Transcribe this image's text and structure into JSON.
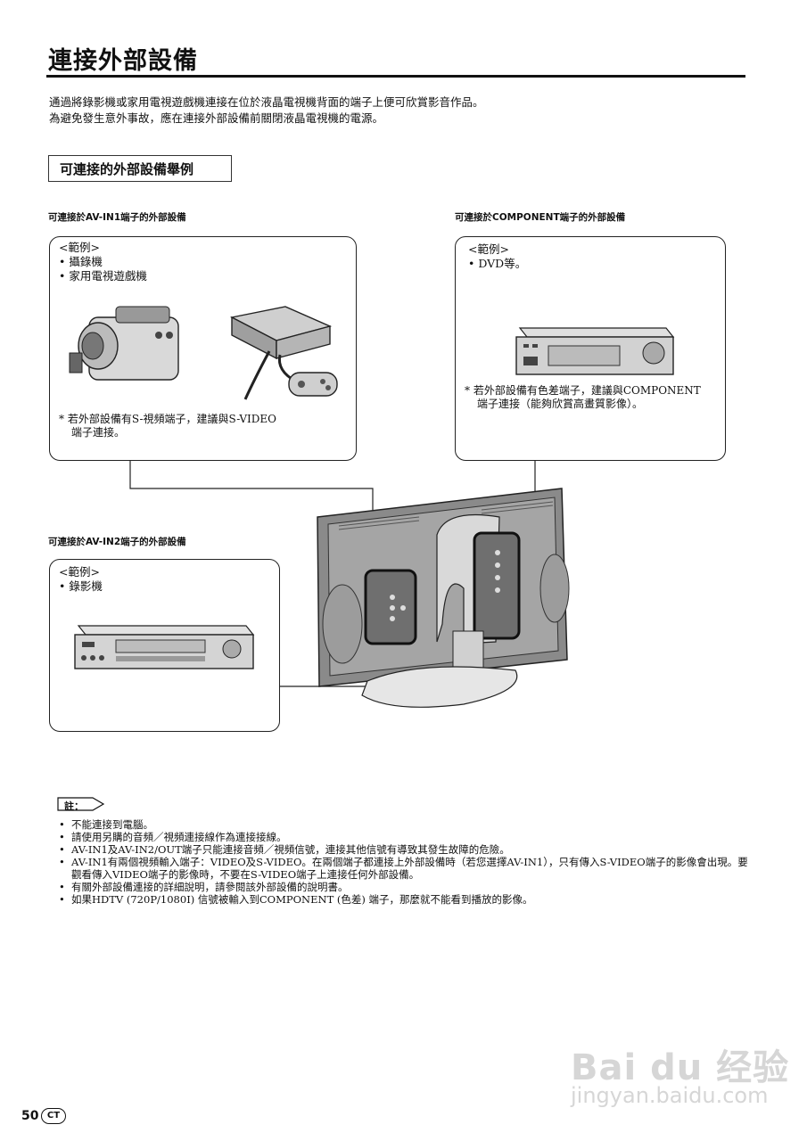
{
  "page": {
    "title": "連接外部設備",
    "intro": [
      "通過將錄影機或家用電視遊戲機連接在位於液晶電視機背面的端子上便可欣賞影音作品。",
      "為避免發生意外事故，應在連接外部設備前關閉液晶電視機的電源。"
    ],
    "subhead": "可連接的外部設備舉例"
  },
  "av_in1": {
    "label": "可連接於AV-IN1端子的外部設備",
    "example_header": "<範例>",
    "items": [
      "•  攝錄機",
      "•  家用電視遊戲機"
    ],
    "footnote": [
      "*  若外部設備有S-視頻端子，建議與S-VIDEO",
      "端子連接。"
    ]
  },
  "component": {
    "label": "可連接於COMPONENT端子的外部設備",
    "example_header": "<範例>",
    "items": [
      "•  DVD等。"
    ],
    "footnote": [
      "*  若外部設備有色差端子，建議與COMPONENT",
      "端子連接（能夠欣賞高畫質影像）。"
    ]
  },
  "av_in2": {
    "label": "可連接於AV-IN2端子的外部設備",
    "example_header": "<範例>",
    "items": [
      "•  錄影機"
    ]
  },
  "notes": {
    "badge": "註：",
    "items": [
      "不能連接到電腦。",
      "請使用另購的音頻／視頻連接線作為連接接線。",
      "AV-IN1及AV-IN2/OUT端子只能連接音頻／視頻信號，連接其他信號有導致其發生故障的危險。",
      "AV-IN1有兩個視頻輸入端子：VIDEO及S-VIDEO。在兩個端子都連接上外部設備時（若您選擇AV-IN1），只有傳入S-VIDEO端子的影像會出現。要觀看傳入VIDEO端子的影像時，不要在S-VIDEO端子上連接任何外部設備。",
      "有關外部設備連接的詳細說明，請參閱該外部設備的說明書。",
      "如果HDTV (720P/1080I) 信號被輸入到COMPONENT (色差) 端子，那麼就不能看到播放的影像。"
    ]
  },
  "footer": {
    "page_number": "50",
    "lang_badge": "CT",
    "watermark": "Bai du 经验",
    "watermark_url": "jingyan.baidu.com"
  }
}
